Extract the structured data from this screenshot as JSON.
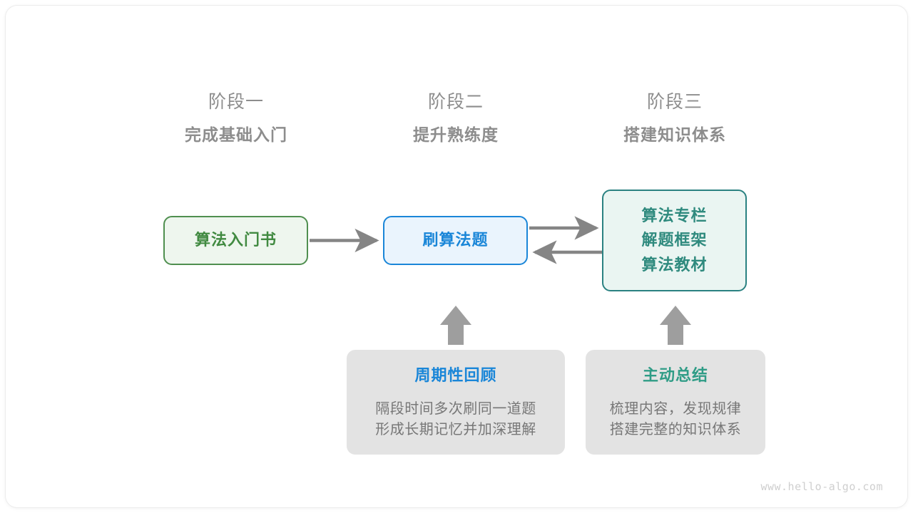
{
  "diagram": {
    "title_watermark": "www.hello-algo.com",
    "stages": [
      {
        "label": "阶段一",
        "title": "完成基础入门"
      },
      {
        "label": "阶段二",
        "title": "提升熟练度"
      },
      {
        "label": "阶段三",
        "title": "搭建知识体系"
      }
    ],
    "nodes": {
      "book": {
        "text": "算法入门书",
        "color": "#418a41",
        "border": "#4f8f4f",
        "fill": "#eef6ee"
      },
      "practice": {
        "text": "刷算法题",
        "color": "#1a86d8",
        "border": "#1a86d8",
        "fill": "#eaf4fd"
      },
      "resources": {
        "lines": [
          "算法专栏",
          "解题框架",
          "算法教材"
        ],
        "color": "#2f8a7e",
        "border": "#2a8181",
        "fill": "#eaf5f2"
      }
    },
    "tips": [
      {
        "title": "周期性回顾",
        "title_color": "#1a86d8",
        "body": [
          "隔段时间多次刷同一道题",
          "形成长期记忆并加深理解"
        ]
      },
      {
        "title": "主动总结",
        "title_color": "#2f9c86",
        "body": [
          "梳理内容，发现规律",
          "搭建完整的知识体系"
        ]
      }
    ],
    "arrow_color": "#858585"
  }
}
